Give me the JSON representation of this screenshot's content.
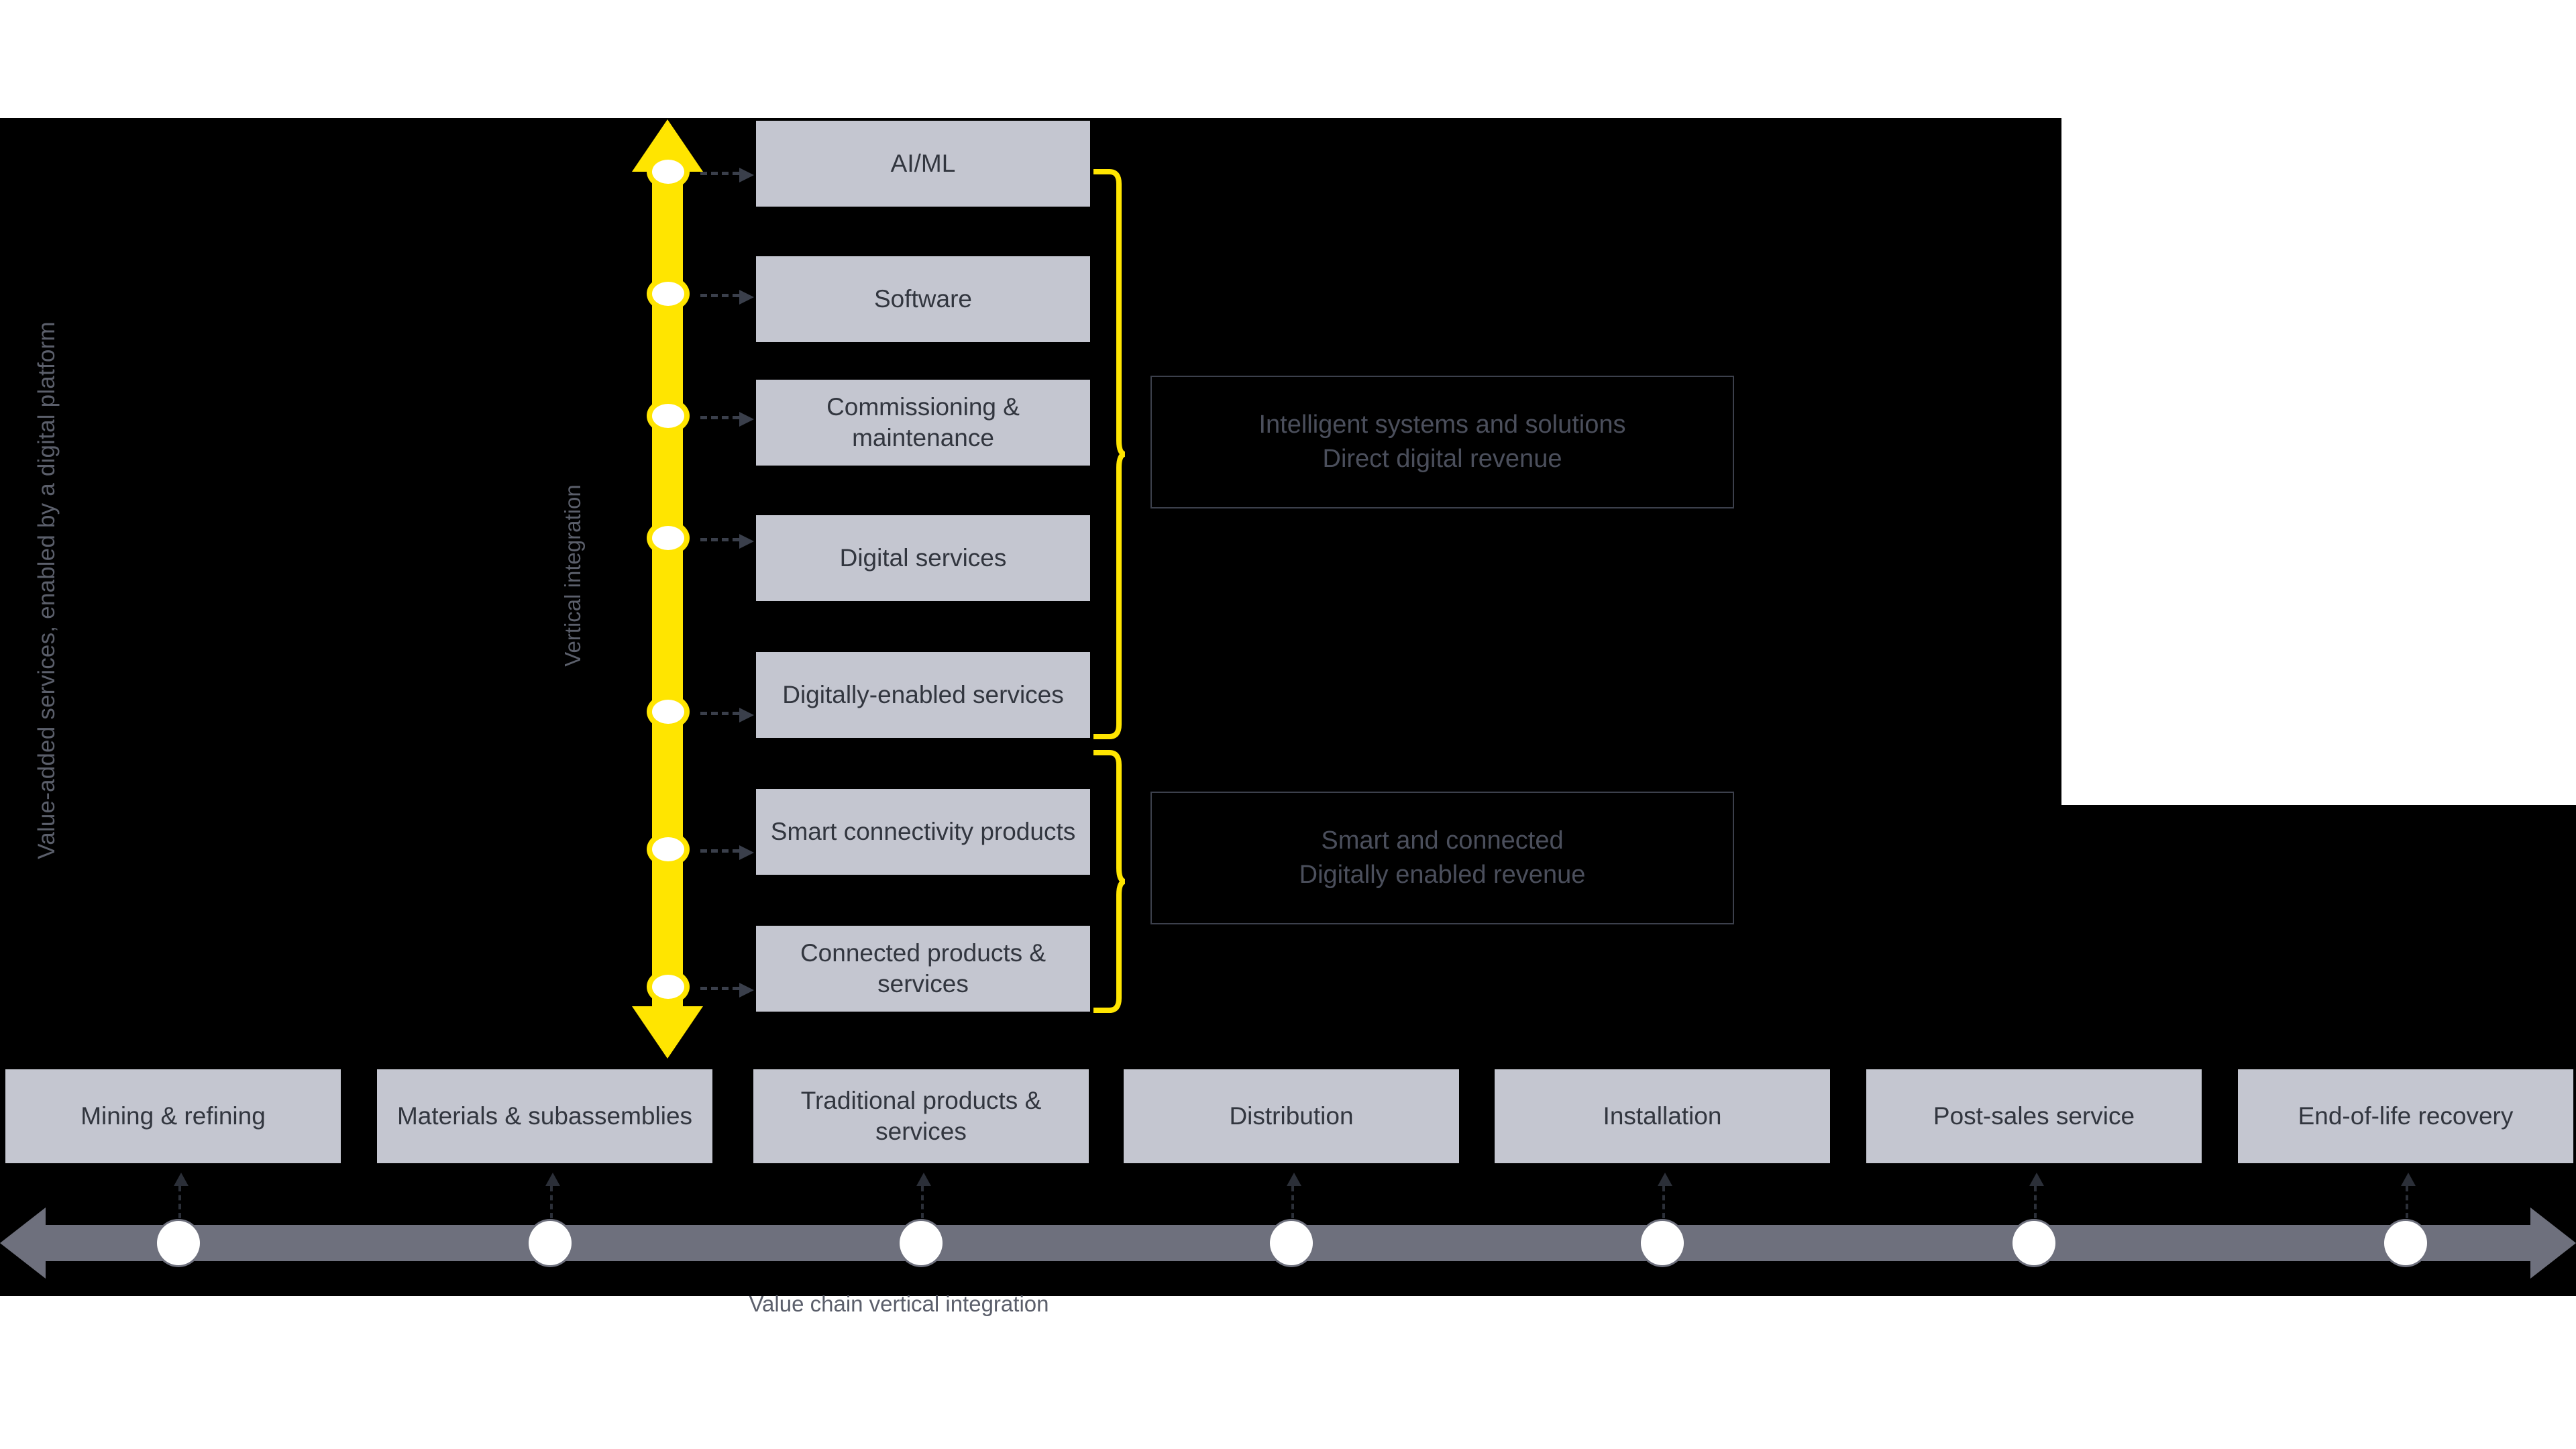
{
  "colors": {
    "background": "#000000",
    "box_fill": "#c4c6d0",
    "box_text": "#32363f",
    "accent_yellow": "#ffe500",
    "chain_arrow": "#6e707d",
    "axis_label": "#5b5f6b",
    "annotation_text": "#4b4f5c",
    "annotation_border": "#3c404c"
  },
  "axis_labels": {
    "left": "Value-added services, enabled by a digital platform",
    "vertical_arrow": "Vertical integration",
    "bottom": "Value chain vertical integration"
  },
  "vertical_stack": {
    "title": "Vertical integration layers",
    "items": [
      {
        "label": "AI/ML"
      },
      {
        "label": "Software"
      },
      {
        "label": "Commissioning & maintenance"
      },
      {
        "label": "Digital services"
      },
      {
        "label": "Digitally-enabled services"
      },
      {
        "label": "Smart connectivity products"
      },
      {
        "label": "Connected products & services"
      }
    ]
  },
  "annotations": [
    {
      "id": "intelligent-systems",
      "line1": "Intelligent systems and solutions",
      "line2": "Direct digital revenue",
      "covers": [
        "AI/ML",
        "Software",
        "Commissioning & maintenance",
        "Digital services",
        "Digitally-enabled services"
      ]
    },
    {
      "id": "smart-connected",
      "line1": "Smart and connected",
      "line2": "Digitally enabled revenue",
      "covers": [
        "Smart connectivity products",
        "Connected products & services"
      ]
    }
  ],
  "value_chain": {
    "stages": [
      {
        "label": "Mining & refining"
      },
      {
        "label": "Materials & subassemblies"
      },
      {
        "label": "Traditional products & services"
      },
      {
        "label": "Distribution"
      },
      {
        "label": "Installation"
      },
      {
        "label": "Post-sales service"
      },
      {
        "label": "End-of-life recovery"
      }
    ]
  }
}
